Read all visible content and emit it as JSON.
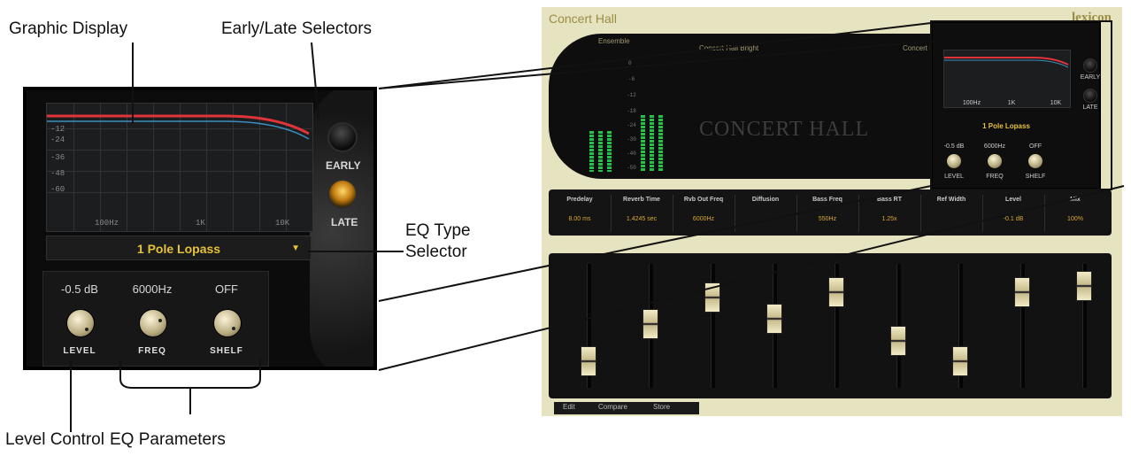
{
  "callouts": {
    "graphic_display": "Graphic Display",
    "early_late": "Early/Late Selectors",
    "eq_type_line1": "EQ Type",
    "eq_type_line2": "Selector",
    "level_control": "Level Control",
    "eq_parameters": "EQ Parameters"
  },
  "zoom": {
    "graph_y_labels": [
      "-12",
      "-24",
      "-36",
      "-48",
      "-60"
    ],
    "graph_x_labels": [
      "100Hz",
      "1K",
      "10K"
    ],
    "early_label": "EARLY",
    "late_label": "LATE",
    "eq_type": "1 Pole Lopass",
    "dropdown_arrow": "▼",
    "params": [
      {
        "value": "-0.5 dB",
        "label": "LEVEL"
      },
      {
        "value": "6000Hz",
        "label": "FREQ"
      },
      {
        "value": "OFF",
        "label": "SHELF"
      }
    ]
  },
  "plugin": {
    "title": "Concert Hall",
    "brand": "lexicon",
    "display_title": "CONCERT HALL",
    "top_texts": [
      "Ensemble",
      "Concert Hall Bright",
      "Concert Hall"
    ],
    "meter_scale": [
      "0",
      "-6",
      "-12",
      "-18",
      "-24",
      "-30",
      "-40",
      "-50"
    ],
    "mini": {
      "eq_type": "1 Pole Lopass",
      "x_labels": [
        "100Hz",
        "1K",
        "10K"
      ],
      "params": [
        {
          "value": "-0.5 dB",
          "label": "LEVEL"
        },
        {
          "value": "6000Hz",
          "label": "FREQ"
        },
        {
          "value": "OFF",
          "label": "SHELF"
        }
      ],
      "early_label": "EARLY",
      "late_label": "LATE"
    },
    "param_row": [
      {
        "label": "Predelay",
        "value": "8.00 ms"
      },
      {
        "label": "Reverb Time",
        "value": "1.4245 sec"
      },
      {
        "label": "Rvb Out Freq",
        "value": "6000Hz"
      },
      {
        "label": "Diffusion",
        "value": ""
      },
      {
        "label": "Bass Freq",
        "value": "550Hz"
      },
      {
        "label": "Bass RT",
        "value": "1.25x"
      },
      {
        "label": "Ref Width",
        "value": ""
      },
      {
        "label": "Level",
        "value": "-0.1 dB"
      },
      {
        "label": "Mix",
        "value": "100%"
      }
    ],
    "faders": [
      0.12,
      0.52,
      0.8,
      0.58,
      0.86,
      0.34,
      0.12,
      0.86,
      0.92
    ],
    "bottom_buttons": [
      "Edit",
      "Compare",
      "Store"
    ]
  },
  "colors": {
    "accent_yellow": "#e6c13a",
    "curve_red": "#e0343a",
    "curve_blue": "#3b8fbf",
    "meter_green": "#25c24a",
    "plugin_bg": "#e6e3c0"
  }
}
